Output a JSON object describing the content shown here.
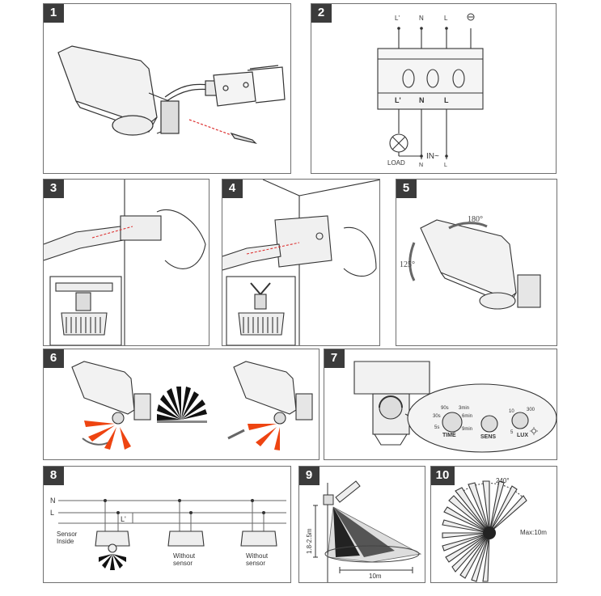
{
  "steps": [
    {
      "number": "1"
    },
    {
      "number": "2"
    },
    {
      "number": "3"
    },
    {
      "number": "4"
    },
    {
      "number": "5"
    },
    {
      "number": "6"
    },
    {
      "number": "7"
    },
    {
      "number": "8"
    },
    {
      "number": "9"
    },
    {
      "number": "10"
    }
  ],
  "wiring": {
    "top_labels": [
      "L'",
      "N",
      "L"
    ],
    "block_labels": [
      "L'",
      "N",
      "L"
    ],
    "load": "LOAD",
    "input": "IN~",
    "bottom_labels": [
      "N",
      "L"
    ]
  },
  "rotation": {
    "horizontal": "180°",
    "vertical": "125°"
  },
  "controls": {
    "time": "TIME",
    "sens": "SENS",
    "lux": "LUX",
    "time_marks": [
      "90s",
      "3min",
      "30s",
      "6min",
      "5s",
      "9min"
    ],
    "lux_marks": [
      "10",
      "300",
      "5"
    ]
  },
  "multi_wiring": {
    "n_line": "N",
    "l_line": "L",
    "l_prime": "L'",
    "sensor_inside": [
      "Sensor",
      "Inside"
    ],
    "without_sensor": [
      "Without",
      "sensor"
    ]
  },
  "range": {
    "height": "1.8-2.5m",
    "distance": "10m"
  },
  "coverage": {
    "angle": "240°",
    "max": "Max:10m"
  }
}
